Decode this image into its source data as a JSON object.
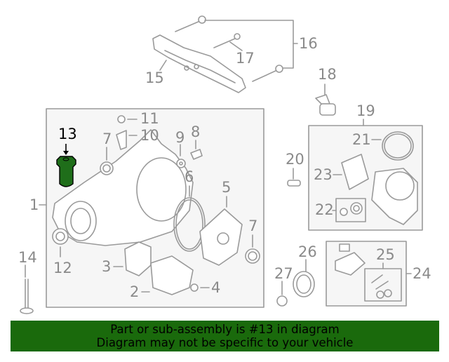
{
  "diagram": {
    "highlighted_part": "13",
    "highlight_color": "#1a6a0c",
    "line_color": "#9a9a9a",
    "box_fill": "#f6f6f6",
    "callouts": [
      {
        "id": "1",
        "label": "1"
      },
      {
        "id": "2",
        "label": "2"
      },
      {
        "id": "3",
        "label": "3"
      },
      {
        "id": "4",
        "label": "4"
      },
      {
        "id": "5",
        "label": "5"
      },
      {
        "id": "6",
        "label": "6"
      },
      {
        "id": "7a",
        "label": "7"
      },
      {
        "id": "7b",
        "label": "7"
      },
      {
        "id": "8",
        "label": "8"
      },
      {
        "id": "9",
        "label": "9"
      },
      {
        "id": "10",
        "label": "10"
      },
      {
        "id": "11",
        "label": "11"
      },
      {
        "id": "12",
        "label": "12"
      },
      {
        "id": "13",
        "label": "13"
      },
      {
        "id": "14",
        "label": "14"
      },
      {
        "id": "15",
        "label": "15"
      },
      {
        "id": "16",
        "label": "16"
      },
      {
        "id": "17",
        "label": "17"
      },
      {
        "id": "18",
        "label": "18"
      },
      {
        "id": "19",
        "label": "19"
      },
      {
        "id": "20",
        "label": "20"
      },
      {
        "id": "21",
        "label": "21"
      },
      {
        "id": "22",
        "label": "22"
      },
      {
        "id": "23",
        "label": "23"
      },
      {
        "id": "24",
        "label": "24"
      },
      {
        "id": "25",
        "label": "25"
      },
      {
        "id": "26",
        "label": "26"
      },
      {
        "id": "27",
        "label": "27"
      }
    ]
  },
  "banner": {
    "line1": "Part or sub-assembly is #13 in diagram",
    "line2": "Diagram may not be specific to your vehicle",
    "background": "#1a6a0c"
  }
}
